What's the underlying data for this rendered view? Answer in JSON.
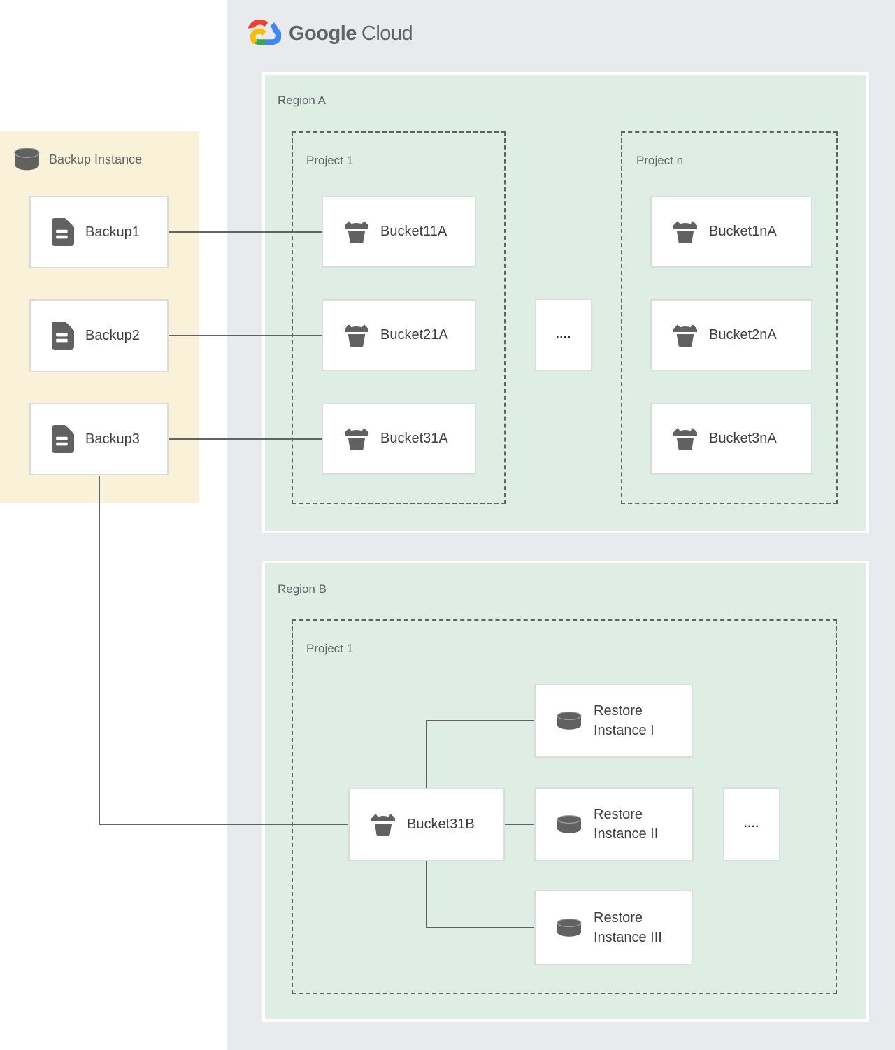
{
  "logo": {
    "google": "Google",
    "cloud": "Cloud"
  },
  "backup_panel": {
    "title": "Backup Instance",
    "items": [
      {
        "label": "Backup1"
      },
      {
        "label": "Backup2"
      },
      {
        "label": "Backup3"
      }
    ]
  },
  "region_a": {
    "label": "Region A",
    "ellipsis": "....",
    "projects": [
      {
        "label": "Project 1",
        "buckets": [
          {
            "label": "Bucket11A"
          },
          {
            "label": "Bucket21A"
          },
          {
            "label": "Bucket31A"
          }
        ]
      },
      {
        "label": "Project n",
        "buckets": [
          {
            "label": "Bucket1nA"
          },
          {
            "label": "Bucket2nA"
          },
          {
            "label": "Bucket3nA"
          }
        ]
      }
    ]
  },
  "region_b": {
    "label": "Region B",
    "project_label": "Project 1",
    "ellipsis": "....",
    "bucket": {
      "label": "Bucket31B"
    },
    "restores": [
      {
        "line1": "Restore",
        "line2": "Instance I"
      },
      {
        "line1": "Restore",
        "line2": "Instance II"
      },
      {
        "line1": "Restore",
        "line2": "Instance III"
      }
    ]
  },
  "colors": {
    "canvas_gray": "#e8eaed",
    "region_green": "#dfeee5",
    "backup_panel_yellow": "#faf2d8",
    "box_border": "#dadce0",
    "connector_line": "#5f6368",
    "icon_gray": "#616161",
    "box_text": "#3c4043",
    "label_text": "#5f6368",
    "logo_red": "#ea4335",
    "logo_blue": "#4285f4",
    "logo_green": "#34a853",
    "logo_yellow": "#fbbc05"
  }
}
